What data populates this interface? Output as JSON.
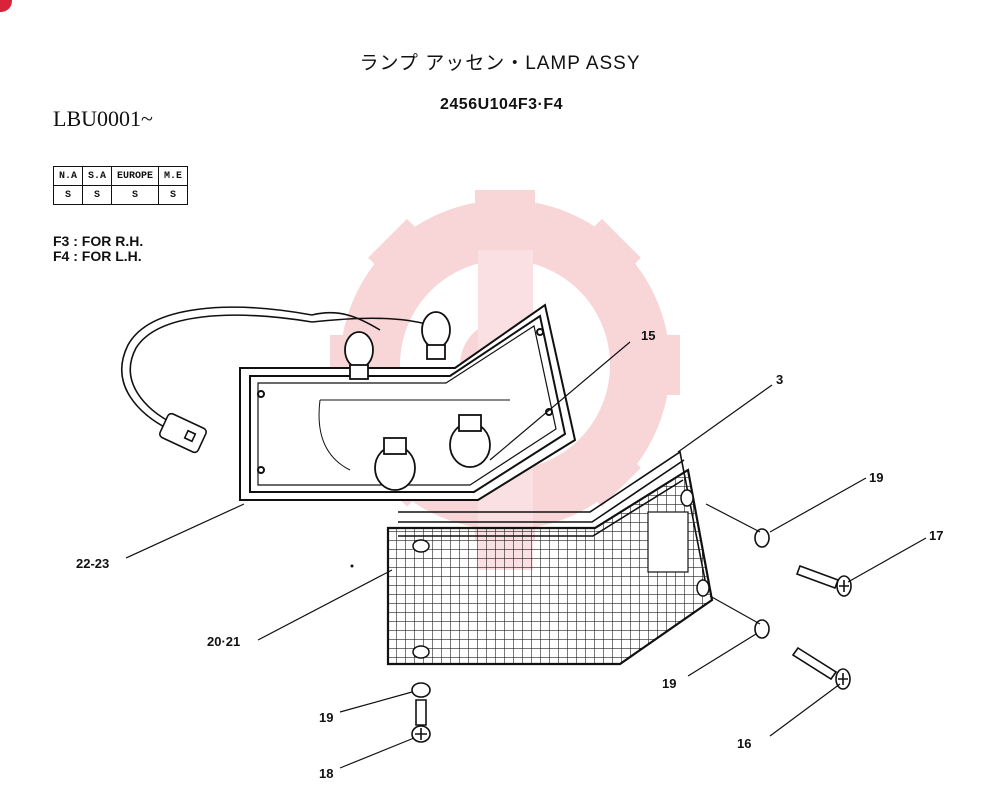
{
  "title": "ランプ アッセン・LAMP ASSY",
  "serial_range": "LBU0001~",
  "part_number": "2456U104F3·F4",
  "market_table": {
    "headers": [
      "N.A",
      "S.A",
      "EUROPE",
      "M.E"
    ],
    "values": [
      "S",
      "S",
      "S",
      "S"
    ]
  },
  "notes": [
    "F3 : FOR R.H.",
    "F4 : FOR L.H."
  ],
  "callouts": {
    "c15": "15",
    "c3": "3",
    "c19a": "19",
    "c17": "17",
    "c22_23": "22-23",
    "c20_21": "20·21",
    "c19b": "19",
    "c19c": "19",
    "c16": "16",
    "c18": "18"
  },
  "colors": {
    "watermark": "#f3b3b8",
    "badge": "#d8233a",
    "ink": "#111111"
  }
}
